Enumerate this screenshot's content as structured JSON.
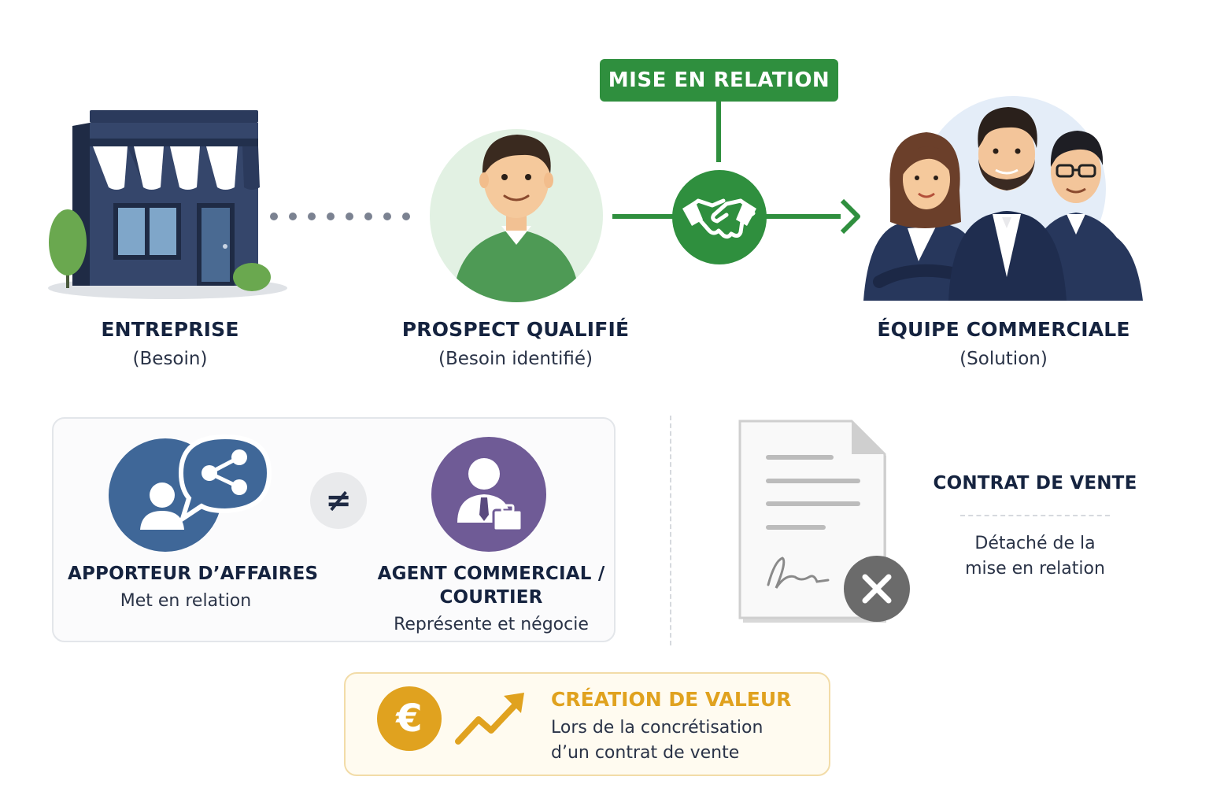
{
  "connector": {
    "label": "MISE EN RELATION"
  },
  "entities": {
    "entreprise": {
      "title": "ENTREPRISE",
      "subtitle": "(Besoin)"
    },
    "prospect": {
      "title": "PROSPECT QUALIFIÉ",
      "subtitle": "(Besoin identifié)"
    },
    "equipe": {
      "title": "ÉQUIPE COMMERCIALE",
      "subtitle": "(Solution)"
    }
  },
  "comparison": {
    "apporteur": {
      "title": "APPORTEUR D’AFFAIRES",
      "subtitle": "Met en relation"
    },
    "not_equal": "≠",
    "agent": {
      "title_line1": "AGENT COMMERCIAL /",
      "title_line2": "COURTIER",
      "subtitle": "Représente et négocie"
    }
  },
  "contract": {
    "title": "CONTRAT DE VENTE",
    "line1": "Détaché de la",
    "line2": "mise en relation"
  },
  "value": {
    "title": "CRÉATION DE VALEUR",
    "line1": "Lors de la concrétisation",
    "line2": "d’un contrat de vente",
    "currency": "€"
  },
  "colors": {
    "green": "#2f8f3e",
    "navy": "#1f2f52",
    "blue": "#3f6798",
    "purple": "#6f5b96",
    "gold": "#e0a21f",
    "gray": "#6b6b6b"
  },
  "icons": [
    "storefront-icon",
    "prospect-person-icon",
    "handshake-icon",
    "sales-team-icon",
    "referral-share-icon",
    "agent-briefcase-icon",
    "contract-document-icon",
    "cancel-x-icon",
    "euro-coin-icon",
    "trend-up-arrow-icon"
  ]
}
